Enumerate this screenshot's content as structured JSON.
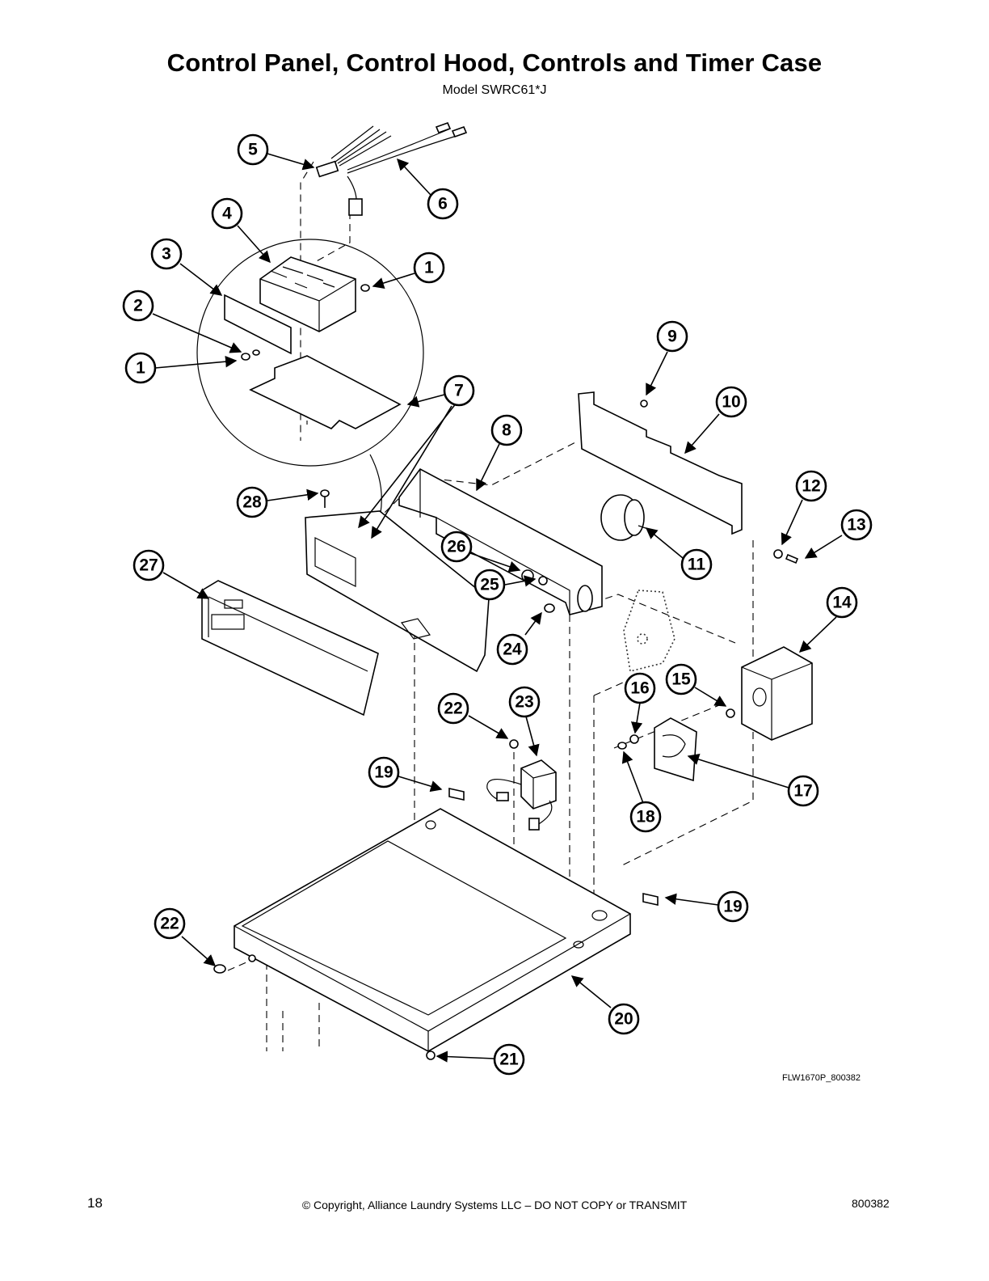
{
  "page": {
    "title": "Control Panel, Control Hood, Controls and Timer Case",
    "subtitle": "Model SWRC61*J",
    "drawing_code": "FLW1670P_800382",
    "page_number": "18",
    "copyright": "© Copyright, Alliance Laundry Systems LLC – DO NOT COPY or TRANSMIT",
    "doc_number": "800382"
  },
  "callouts": [
    "5",
    "6",
    "4",
    "1",
    "3",
    "2",
    "1",
    "7",
    "9",
    "10",
    "8",
    "28",
    "12",
    "13",
    "27",
    "26",
    "11",
    "25",
    "14",
    "24",
    "15",
    "16",
    "22",
    "23",
    "17",
    "19",
    "18",
    "19",
    "22",
    "20",
    "21"
  ]
}
